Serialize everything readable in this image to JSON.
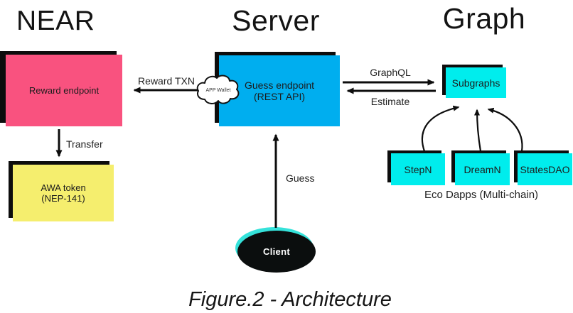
{
  "titles": {
    "near": "NEAR",
    "server": "Server",
    "graph": "Graph"
  },
  "colors": {
    "pink": "#f9527f",
    "yellow": "#f5ee6e",
    "blue": "#00aeef",
    "cyan": "#00eded",
    "ink": "#0d0d0d",
    "client_rim": "#35e2da"
  },
  "nodes": {
    "reward_endpoint": {
      "label": "Reward endpoint"
    },
    "awa_token": {
      "label": "AWA token",
      "sublabel": "(NEP-141)"
    },
    "guess_endpoint": {
      "label": "Guess endpoint",
      "sublabel": "(REST API)"
    },
    "app_wallet": {
      "label": "APP Wallet"
    },
    "subgraphs": {
      "label": "Subgraphs"
    },
    "stepn": {
      "label": "StepN"
    },
    "dreamn": {
      "label": "DreamN"
    },
    "statesdao": {
      "label": "StatesDAO"
    },
    "client": {
      "label": "Client"
    }
  },
  "edges": {
    "reward_txn": {
      "label": "Reward TXN"
    },
    "transfer": {
      "label": "Transfer"
    },
    "graphql": {
      "label": "GraphQL"
    },
    "estimate": {
      "label": "Estimate"
    },
    "guess": {
      "label": "Guess"
    }
  },
  "captions": {
    "eco_dapps": "Eco Dapps (Multi-chain)",
    "figure": "Figure.2 - Architecture"
  }
}
